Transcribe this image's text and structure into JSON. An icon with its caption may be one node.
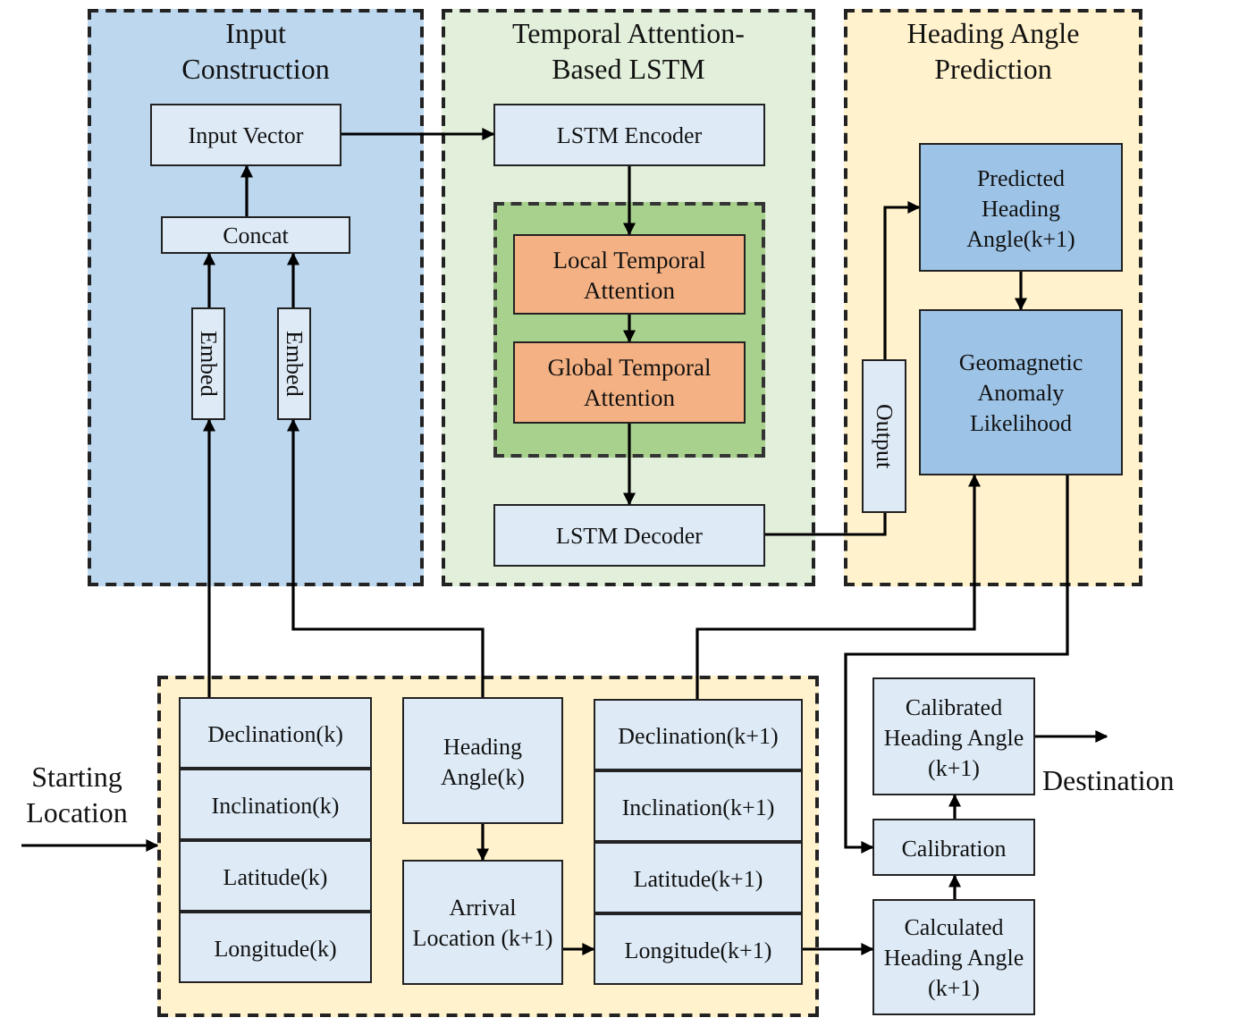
{
  "diagram": {
    "nodes": [
      {
        "text": [
          "Input Construction"
        ]
      },
      {
        "text": [
          "Temporal Attention-Based LSTM"
        ]
      },
      {
        "text": [
          "Heading Angle Prediction"
        ]
      },
      {
        "text": [
          "Input Vector"
        ],
        "in": 0
      },
      {
        "text": [
          "Concat"
        ],
        "in": 0
      },
      {
        "text": [
          "Embed"
        ],
        "in": 0
      },
      {
        "text": [
          "Embed"
        ],
        "in": 0
      },
      {
        "text": [
          "LSTM Encoder"
        ],
        "in": 1
      },
      {
        "text": [],
        "shape": "box",
        "in": 1
      },
      {
        "text": [
          "Local Temporal Attention"
        ],
        "in": 8
      },
      {
        "text": [
          "Global Temporal Attention"
        ],
        "in": 8
      },
      {
        "text": [
          "LSTM Decoder"
        ],
        "in": 1
      },
      {
        "text": [
          "Output"
        ],
        "in": 2
      },
      {
        "text": [
          "Predicted Heading Angle(k+1)"
        ],
        "in": 2
      },
      {
        "text": [
          "Geomagnetic Anomaly Likelihood"
        ],
        "in": 2
      },
      {
        "text": [],
        "shape": "box"
      },
      {
        "text": [
          "Declination(k)"
        ],
        "in": 15
      },
      {
        "text": [
          "Inclination(k)"
        ],
        "in": 15
      },
      {
        "text": [
          "Latitude(k)"
        ],
        "in": 15
      },
      {
        "text": [
          "Longitude(k)"
        ],
        "in": 15
      },
      {
        "text": [
          "Heading Angle(k)"
        ],
        "in": 15
      },
      {
        "text": [
          "Arrival Location (k+1)"
        ],
        "in": 15
      },
      {
        "text": [
          "Declination(k+1)"
        ],
        "in": 15
      },
      {
        "text": [
          "Inclination(k+1)"
        ],
        "in": 15
      },
      {
        "text": [
          "Latitude(k+1)"
        ],
        "in": 15
      },
      {
        "text": [
          "Longitude(k+1)"
        ],
        "in": 15
      },
      {
        "text": [
          "Calibrated Heading Angle (k+1)"
        ]
      },
      {
        "text": [
          "Calibration"
        ]
      },
      {
        "text": [
          "Calculated Heading Angle (k+1)"
        ]
      },
      {
        "text": [
          "Destination"
        ]
      }
    ],
    "edges": [
      {
        "from": 3,
        "to": 7,
        "arrow": "to"
      },
      {
        "from": 4,
        "to": 3,
        "arrow": "to"
      },
      {
        "from": 5,
        "to": 4,
        "arrow": "to"
      },
      {
        "from": 6,
        "to": 4,
        "arrow": "to"
      },
      {
        "from": 16,
        "to": 5,
        "arrow": "to"
      },
      {
        "from": 20,
        "to": 6,
        "arrow": "to"
      },
      {
        "from": 7,
        "to": 9,
        "arrow": "to"
      },
      {
        "from": 9,
        "to": 10,
        "arrow": "to"
      },
      {
        "from": 10,
        "to": 11,
        "arrow": "to"
      },
      {
        "from": 11,
        "to": 12,
        "arrow": "none"
      },
      {
        "from": 12,
        "to": 13,
        "arrow": "to"
      },
      {
        "from": 13,
        "to": 14,
        "arrow": "to"
      },
      {
        "from": 22,
        "to": 14,
        "arrow": "to"
      },
      {
        "from": 14,
        "to": 27,
        "arrow": "to"
      },
      {
        "from": 20,
        "to": 21,
        "arrow": "to"
      },
      {
        "from": 21,
        "to": 25,
        "arrow": "to"
      },
      {
        "from": 25,
        "to": 28,
        "arrow": "to"
      },
      {
        "from": 28,
        "to": 27,
        "arrow": "to"
      },
      {
        "from": 27,
        "to": 26,
        "arrow": "to"
      },
      {
        "from": 26,
        "to": 29,
        "arrow": "to"
      },
      {
        "from": null,
        "to": 15,
        "arrow": "to"
      }
    ],
    "labels": [
      "Starting Location"
    ]
  }
}
